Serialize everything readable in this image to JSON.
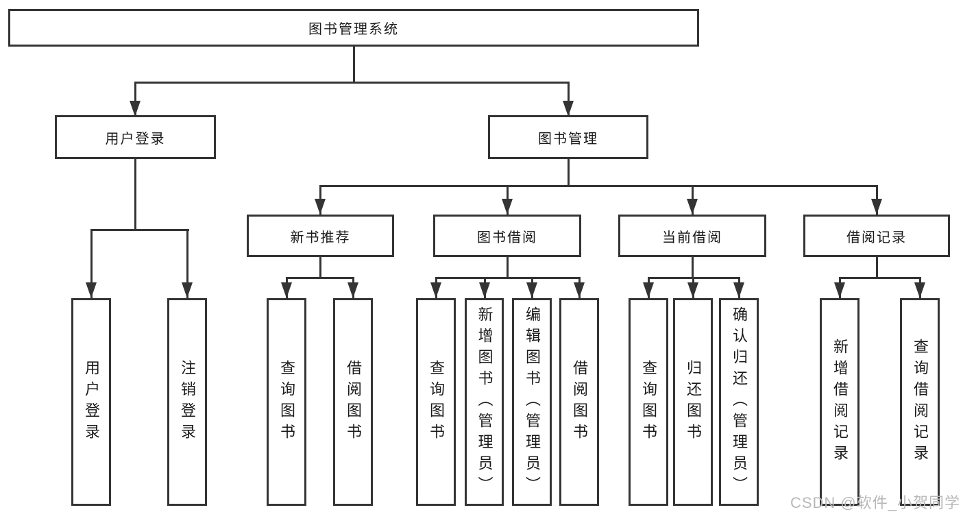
{
  "tree": {
    "label": "图书管理系统",
    "children": [
      {
        "label": "用户登录",
        "children": [
          {
            "label": "用户登录"
          },
          {
            "label": "注销登录"
          }
        ]
      },
      {
        "label": "图书管理",
        "children": [
          {
            "label": "新书推荐",
            "children": [
              {
                "label": "查询图书"
              },
              {
                "label": "借阅图书"
              }
            ]
          },
          {
            "label": "图书借阅",
            "children": [
              {
                "label": "查询图书"
              },
              {
                "label": "新增图书（管理员）"
              },
              {
                "label": "编辑图书（管理员）"
              },
              {
                "label": "借阅图书"
              }
            ]
          },
          {
            "label": "当前借阅",
            "children": [
              {
                "label": "查询图书"
              },
              {
                "label": "归还图书"
              },
              {
                "label": "确认归还（管理员）"
              }
            ]
          },
          {
            "label": "借阅记录",
            "children": [
              {
                "label": "新增借阅记录"
              },
              {
                "label": "查询借阅记录"
              }
            ]
          }
        ]
      }
    ]
  },
  "watermark": "CSDN @软件_小贺同学",
  "colors": {
    "line": "#343434",
    "box_border": "#343434",
    "text": "#1a1a1a",
    "watermark": "#b8b8b8",
    "background": "#ffffff"
  }
}
